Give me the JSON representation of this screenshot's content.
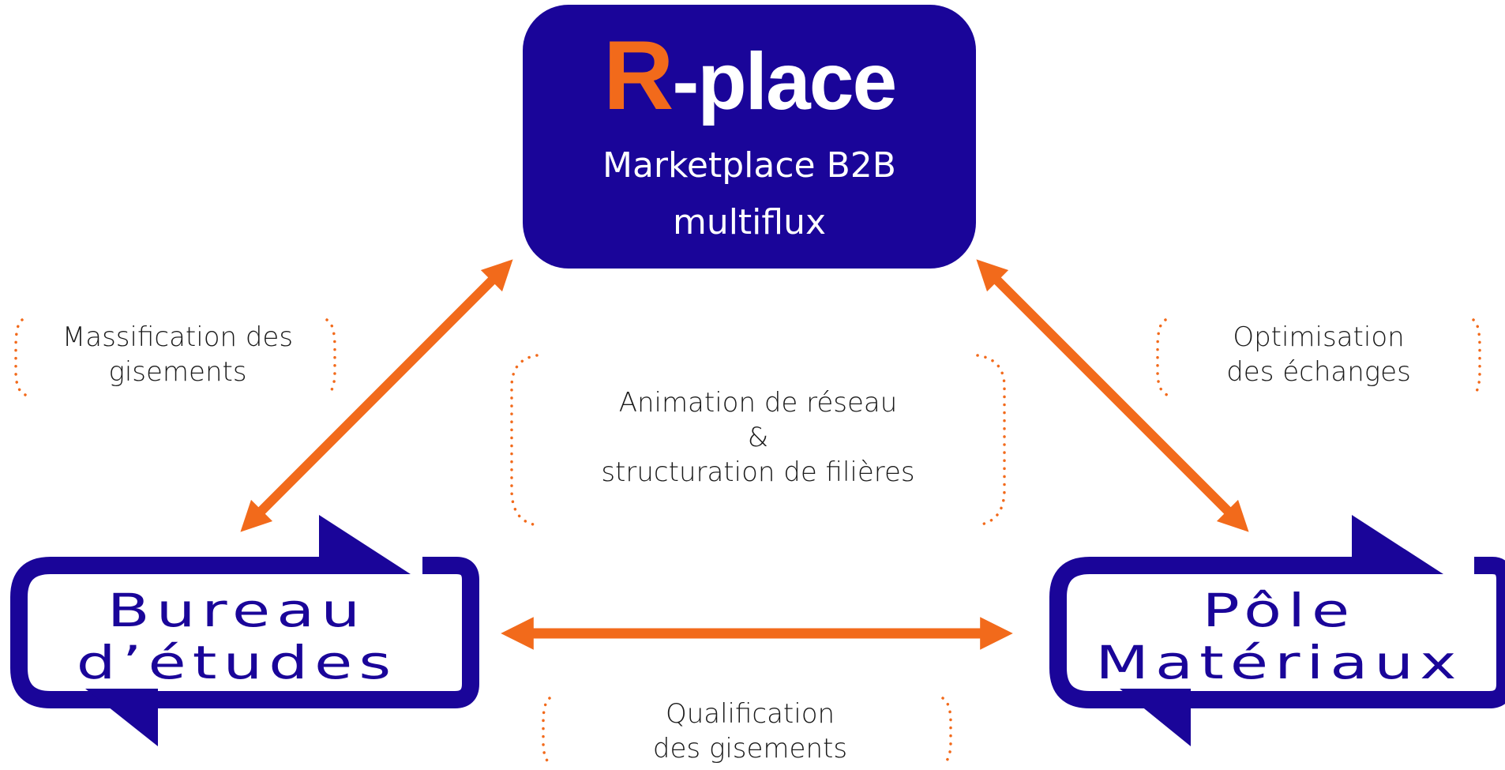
{
  "hub": {
    "logo_letter": "R",
    "logo_text": "-place",
    "subtitle_line1": "Marketplace B2B",
    "subtitle_line2": "multiflux"
  },
  "nodes": {
    "left": {
      "line1": "Bureau",
      "line2": "d’études"
    },
    "right": {
      "line1": "Pôle",
      "line2": "Matériaux"
    }
  },
  "labels": {
    "top_left": {
      "line1": "Massification des",
      "line2": "gisements"
    },
    "top_right": {
      "line1": "Optimisation",
      "line2": "des échanges"
    },
    "center": {
      "line1": "Animation de réseau",
      "line2": "&",
      "line3": "structuration de filières"
    },
    "bottom": {
      "line1": "Qualification",
      "line2": "des gisements"
    }
  },
  "colors": {
    "navy": "#1a0599",
    "orange": "#f26a1b",
    "text": "#1b1b1b"
  }
}
